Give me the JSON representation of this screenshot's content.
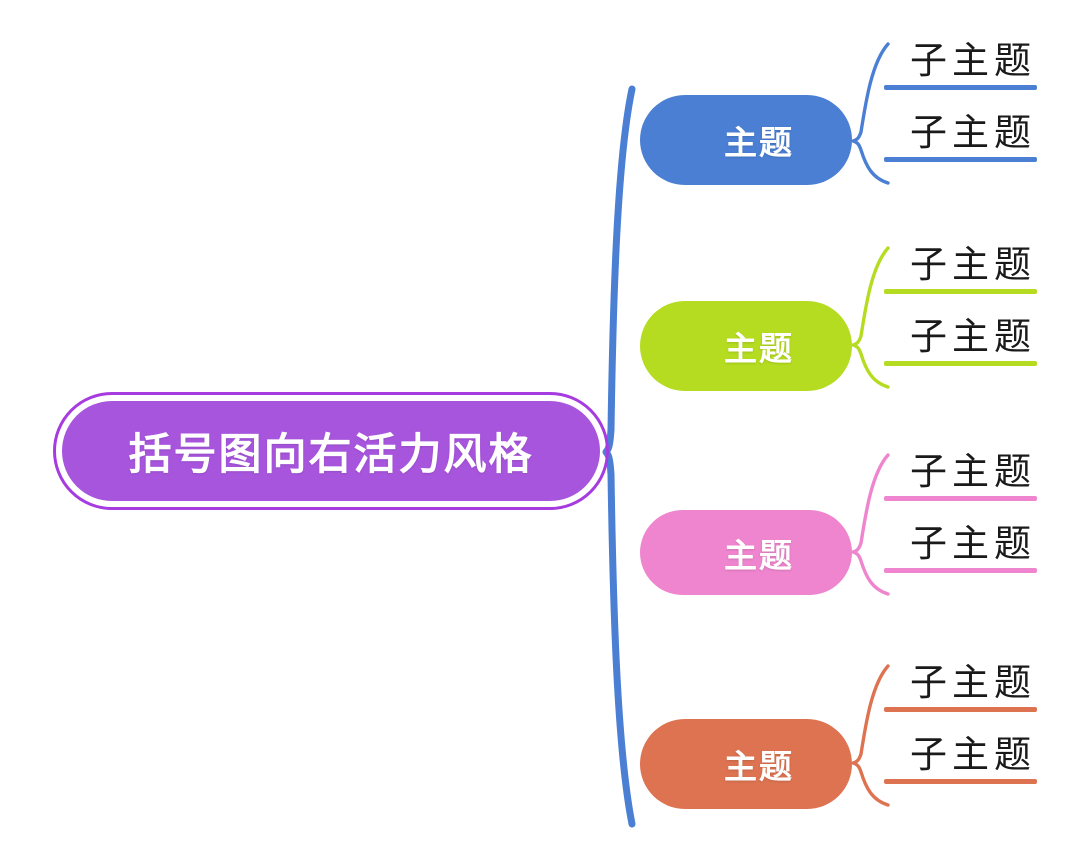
{
  "diagram": {
    "type": "bracket-mind-map",
    "direction": "right",
    "style_name": "括号图向右活力风格",
    "background": "#ffffff"
  },
  "root": {
    "label": "括号图向右活力风格",
    "fill": "#A855DE",
    "outline": "#A63BE0",
    "text_color": "#ffffff"
  },
  "spine": {
    "color": "#4A7FD4",
    "shape": "curly-brace-left-apex"
  },
  "branches": [
    {
      "label": "主题",
      "color": "#4A7FD4",
      "text_color": "#ffffff",
      "children": [
        {
          "label": "子主题",
          "rule_color": "#4A7FD4",
          "text_color": "#1a1a1a"
        },
        {
          "label": "子主题",
          "rule_color": "#4A7FD4",
          "text_color": "#1a1a1a"
        }
      ]
    },
    {
      "label": "主题",
      "color": "#B5DC20",
      "text_color": "#ffffff",
      "children": [
        {
          "label": "子主题",
          "rule_color": "#B5DC20",
          "text_color": "#1a1a1a"
        },
        {
          "label": "子主题",
          "rule_color": "#B5DC20",
          "text_color": "#1a1a1a"
        }
      ]
    },
    {
      "label": "主题",
      "color": "#EE85CE",
      "text_color": "#ffffff",
      "children": [
        {
          "label": "子主题",
          "rule_color": "#EE85CE",
          "text_color": "#1a1a1a"
        },
        {
          "label": "子主题",
          "rule_color": "#EE85CE",
          "text_color": "#1a1a1a"
        }
      ]
    },
    {
      "label": "主题",
      "color": "#DD7351",
      "text_color": "#ffffff",
      "children": [
        {
          "label": "子主题",
          "rule_color": "#DD7351",
          "text_color": "#1a1a1a"
        },
        {
          "label": "子主题",
          "rule_color": "#DD7351",
          "text_color": "#1a1a1a"
        }
      ]
    }
  ]
}
